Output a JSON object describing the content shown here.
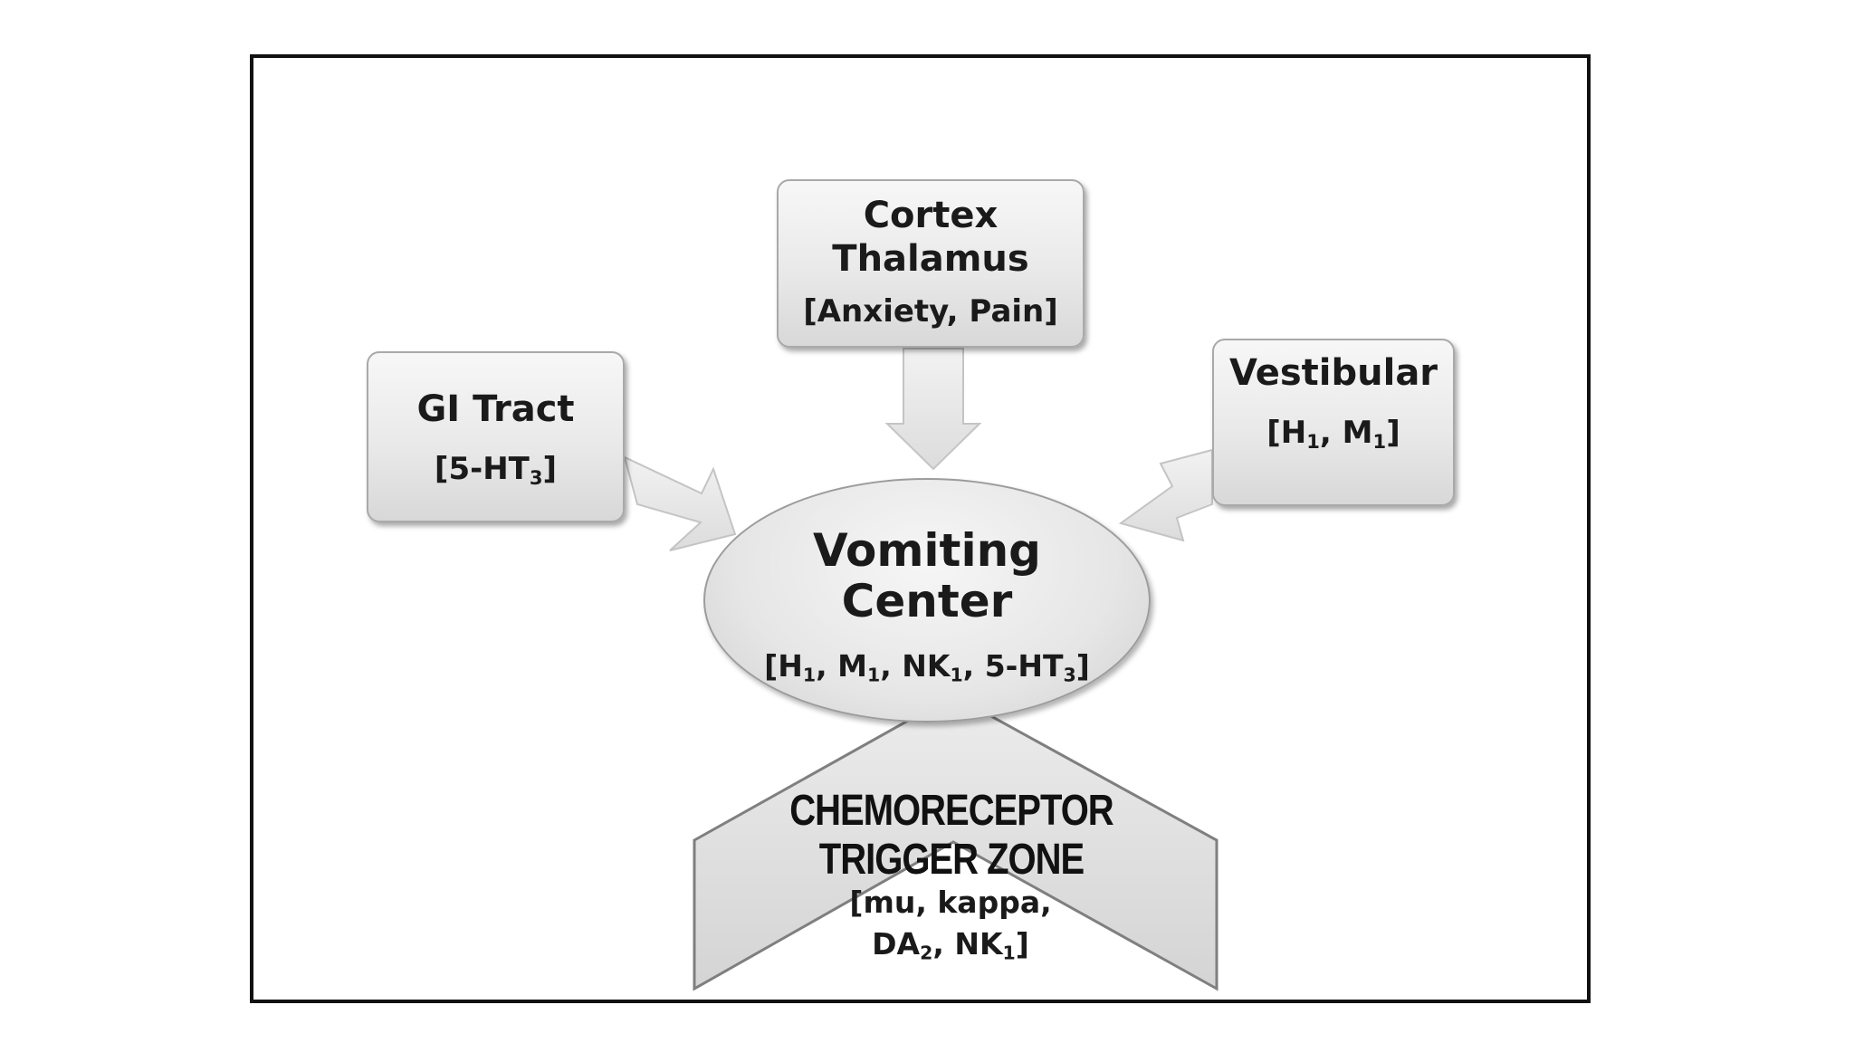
{
  "nodes": {
    "cortex": {
      "line1": "Cortex",
      "line2": "Thalamus",
      "receptors": "[Anxiety, Pain]"
    },
    "gi": {
      "title": "GI Tract",
      "rec_pre": "[5-HT",
      "rec_sub": "3",
      "rec_post": "]"
    },
    "vestibular": {
      "title": "Vestibular",
      "r1": "[H",
      "r1s": "1",
      "r2": ", M",
      "r2s": "1",
      "r3": "]"
    },
    "center": {
      "line1": "Vomiting",
      "line2": "Center",
      "parts": [
        "[H",
        "1",
        ", M",
        "1",
        ", NK",
        "1",
        ", 5-HT",
        "3",
        "]"
      ]
    },
    "ctz": {
      "title": "CHEMORECEPTOR TRIGGER  ZONE",
      "line1": "[mu, kappa,",
      "l2a": "DA",
      "l2b": "2",
      "l2c": ", NK",
      "l2d": "1",
      "l2e": "]"
    }
  },
  "colors": {
    "box_fill": "#e9e9e9",
    "box_border": "#a9a9a9",
    "frame": "#111111"
  }
}
